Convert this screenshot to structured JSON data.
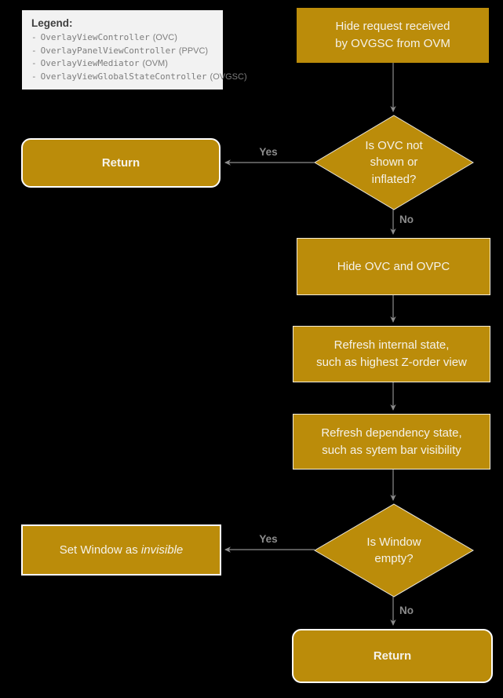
{
  "colors": {
    "canvas_bg": "#000000",
    "node_fill": "#bb8c0a",
    "node_text": "#f5f2ea",
    "node_border": "#ffffff",
    "edge": "#8c8c8c",
    "legend_bg": "#f2f2f2",
    "legend_title": "#3f3f3f",
    "legend_text": "#7d7d7d"
  },
  "legend": {
    "title": "Legend:",
    "bullet": "-",
    "items": [
      {
        "name": "OverlayViewController",
        "abbr": "(OVC)"
      },
      {
        "name": "OverlayPanelViewController",
        "abbr": "(PPVC)"
      },
      {
        "name": "OverlayViewMediator",
        "abbr": "(OVM)"
      },
      {
        "name": "OverlayViewGlobalStateController",
        "abbr": "(OVGSC)"
      }
    ]
  },
  "nodes": {
    "start": {
      "line1": "Hide request received",
      "line2": "by OVGSC from OVM"
    },
    "decision_ovc": {
      "line1": "Is OVC not",
      "line2": "shown or",
      "line3": "inflated?"
    },
    "return_top": {
      "label": "Return"
    },
    "hide_ovc": {
      "label": "Hide OVC and OVPC"
    },
    "refresh_internal": {
      "line1": "Refresh internal state,",
      "line2": "such as highest Z-order view"
    },
    "refresh_dependency": {
      "line1": "Refresh dependency state,",
      "line2": "such as sytem bar visibility"
    },
    "decision_window": {
      "line1": "Is Window",
      "line2": "empty?"
    },
    "set_window": {
      "prefix": "Set Window as ",
      "emphasis": "invisible"
    },
    "return_bottom": {
      "label": "Return"
    }
  },
  "edges": {
    "yes_top": "Yes",
    "no_top": "No",
    "yes_bottom": "Yes",
    "no_bottom": "No"
  }
}
